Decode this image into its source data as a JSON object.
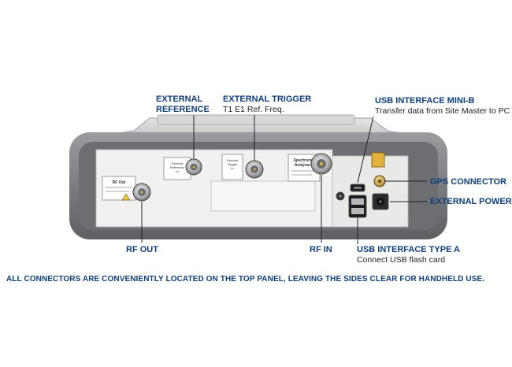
{
  "labels": {
    "external_reference": [
      "EXTERNAL",
      "REFERENCE"
    ],
    "external_trigger": {
      "title": "EXTERNAL TRIGGER",
      "sub": "T1 E1 Ref. Freq."
    },
    "usb_mini_b": {
      "title": "USB INTERFACE MINI-B",
      "sub": "Transfer data from Site Master to PC"
    },
    "gps_connector": "GPS CONNECTOR",
    "external_power": "EXTERNAL POWER",
    "rf_out": "RF OUT",
    "rf_in": "RF IN",
    "usb_type_a": {
      "title": "USB INTERFACE TYPE A",
      "sub": "Connect USB flash card"
    }
  },
  "panel_markings": {
    "rf_out_plate": "RF Out",
    "ext_ref_plate": [
      "External",
      "Reference",
      "In"
    ],
    "ext_trigger_plate": [
      "External",
      "Trigger",
      "In"
    ],
    "spectrum_plate": [
      "Spectrum",
      "Analyzer"
    ]
  },
  "caption": "ALL CONNECTORS ARE CONVENIENTLY LOCATED ON THE TOP PANEL, LEAVING THE SIDES CLEAR FOR HANDHELD USE.",
  "colors": {
    "label_blue": "#0e3f7a",
    "bumper_gray": "#7d7f82",
    "panel_white": "#f1f1ef",
    "leader_line": "#222222"
  }
}
